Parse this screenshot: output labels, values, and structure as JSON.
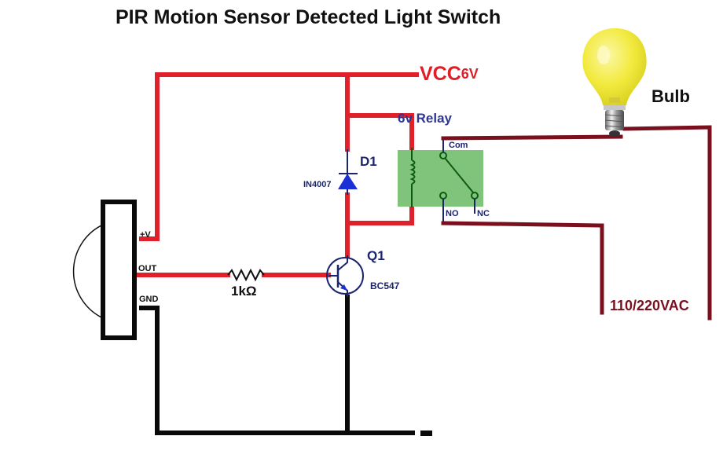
{
  "title": "PIR Motion Sensor Detected Light Switch",
  "supply": {
    "label": "VCC",
    "voltage": "6V"
  },
  "relay": {
    "label": "6v Relay",
    "com_label": "Com",
    "no_label": "NO",
    "nc_label": "NC",
    "body_color": "#7fc47a"
  },
  "diode": {
    "ref": "D1",
    "part": "IN4007"
  },
  "transistor": {
    "ref": "Q1",
    "part": "BC547"
  },
  "resistor": {
    "value": "1kΩ"
  },
  "pir_sensor": {
    "pins": {
      "vplus": "+V",
      "out": "OUT",
      "gnd": "GND"
    }
  },
  "bulb": {
    "label": "Bulb",
    "color": "#f2ea3e"
  },
  "mains": {
    "label": "110/220VAC"
  },
  "colors": {
    "dc_wire": "#e0202a",
    "ground_wire": "#0a0a0a",
    "ac_wire": "#7a0f1e",
    "component_blue": "#1c2470"
  }
}
